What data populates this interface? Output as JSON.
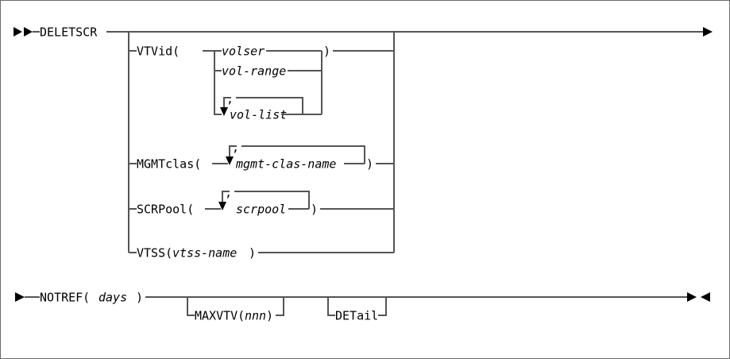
{
  "diagram": {
    "type": "railroad-syntax-diagram",
    "title": "DELETSCR",
    "colors": {
      "background": "#ffffff",
      "line": "#555555",
      "text": "#000000",
      "border": "#6b6b6b"
    },
    "terminators": {
      "start": "►►",
      "line_continue_right": "►",
      "line_continue_left": "►",
      "end": "►◄"
    },
    "lines": [
      {
        "id": "line-1",
        "start_marker": "►►",
        "end_marker": "►",
        "command": "DELETSCR",
        "branches": [
          {
            "id": "vtvid",
            "keyword": "VTVid(",
            "close": ")",
            "alternatives": [
              {
                "id": "volser",
                "label": "volser",
                "style": "var",
                "repeatable": false
              },
              {
                "id": "vol-range",
                "label": "vol-range",
                "style": "var",
                "repeatable": false
              },
              {
                "id": "vol-list",
                "label": "vol-list",
                "style": "var",
                "repeatable": true,
                "separator": ","
              }
            ]
          },
          {
            "id": "mgmtclas",
            "keyword": "MGMTclas(",
            "close": ")",
            "alternatives": [
              {
                "id": "mgmt-clas-name",
                "label": "mgmt-clas-name",
                "style": "var",
                "repeatable": true,
                "separator": ","
              }
            ]
          },
          {
            "id": "scrpool",
            "keyword": "SCRPool(",
            "close": ")",
            "alternatives": [
              {
                "id": "scrpool-val",
                "label": "scrpool",
                "style": "var",
                "repeatable": true,
                "separator": ","
              }
            ]
          },
          {
            "id": "vtss",
            "keyword": "VTSS(",
            "close": ")",
            "alternatives": [
              {
                "id": "vtss-name",
                "label": "vtss-name",
                "style": "var",
                "repeatable": false
              }
            ]
          }
        ]
      },
      {
        "id": "line-2",
        "start_marker": "►",
        "end_marker": "►◄",
        "required": {
          "id": "notref",
          "keyword": "NOTREF(",
          "param": "days",
          "close": ")"
        },
        "optional": [
          {
            "id": "maxvtv",
            "keyword": "MAXVTV(",
            "param": "nnn",
            "close": ")"
          },
          {
            "id": "detail",
            "keyword": "DETail",
            "param": "",
            "close": ""
          }
        ]
      }
    ],
    "labels": {
      "deletscr": "DELETSCR",
      "vtvid_open": "VTVid(",
      "volser": "volser",
      "vol_range": "vol-range",
      "vol_list": "vol-list",
      "mgmtclas_open": "MGMTclas(",
      "mgmt_clas_name": "mgmt-clas-name",
      "scrpool_open": "SCRPool(",
      "scrpool": "scrpool",
      "vtss_open": "VTSS(",
      "vtss_name": "vtss-name",
      "notref_open": "NOTREF(",
      "days": "days",
      "maxvtv_open": "MAXVTV(",
      "nnn": "nnn",
      "detail": "DETail",
      "paren_close": ")",
      "comma": ","
    }
  }
}
